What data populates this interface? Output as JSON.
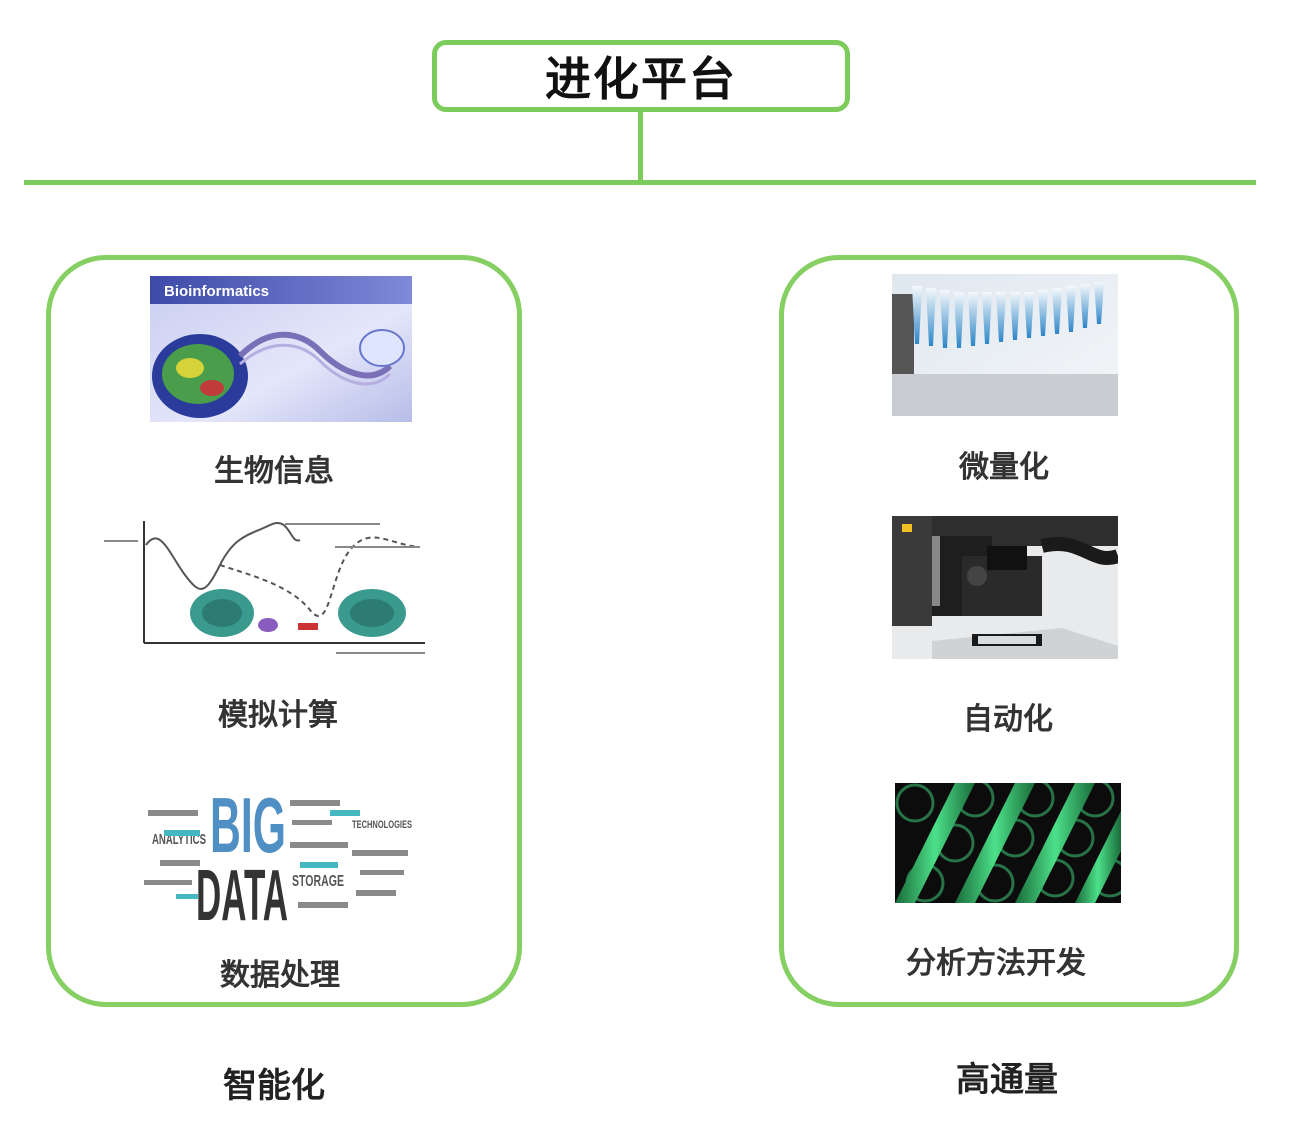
{
  "root": {
    "title": "进化平台"
  },
  "left_group": {
    "label": "智能化",
    "items": [
      {
        "label": "生物信息",
        "image_text": "Bioinformatics"
      },
      {
        "label": "模拟计算"
      },
      {
        "label": "数据处理",
        "image_text": [
          "BIG",
          "DATA",
          "ANALYTICS",
          "STORAGE",
          "TECHNOLOGIES"
        ]
      }
    ]
  },
  "right_group": {
    "label": "高通量",
    "items": [
      {
        "label": "微量化"
      },
      {
        "label": "自动化"
      },
      {
        "label": "分析方法开发"
      }
    ]
  },
  "colors": {
    "connector": "#7ccc5b",
    "group_border": "#86cf62"
  }
}
